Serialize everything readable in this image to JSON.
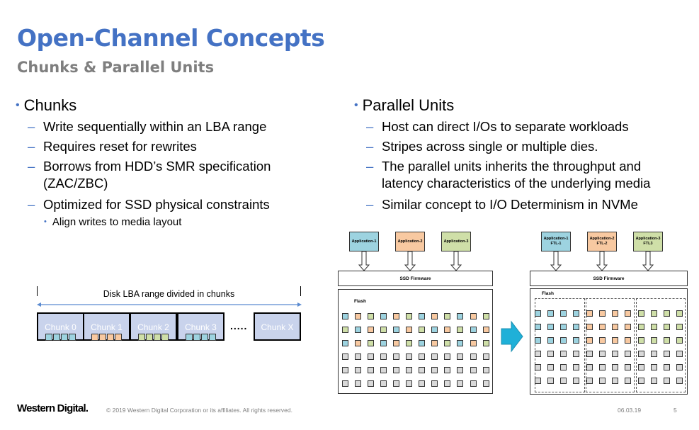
{
  "header": {
    "title": "Open-Channel Concepts",
    "subtitle": "Chunks & Parallel Units"
  },
  "left": {
    "heading": "Chunks",
    "items": [
      "Write sequentially within an LBA range",
      "Requires reset for rewrites",
      "Borrows from HDD’s SMR specification",
      "(ZAC/ZBC)",
      "Optimized for SSD physical constraints"
    ],
    "subitem": "Align writes to media layout"
  },
  "right": {
    "heading": "Parallel Units",
    "items": [
      "Host can direct I/Os to separate workloads",
      "Stripes across single or multiple dies.",
      "The parallel units inherits the throughput and",
      "latency characteristics of the underlying media",
      "Similar concept to I/O Determinism in NVMe"
    ]
  },
  "chunk_diagram": {
    "range_label": "Disk LBA range divided in chunks",
    "chunks": [
      {
        "label": "Chunk 0",
        "color": "#9DD3E0"
      },
      {
        "label": "Chunk 1",
        "color": "#F8C9A1"
      },
      {
        "label": "Chunk 2",
        "color": "#CFDFA8"
      },
      {
        "label": "Chunk 3",
        "color": "#9DD3E0"
      }
    ],
    "ellipsis": ".....",
    "last_chunk": "Chunk X"
  },
  "diagram_before": {
    "apps": [
      "Application-1",
      "Application-2",
      "Application-3"
    ],
    "firmware": "SSD Firmware",
    "flash": "Flash"
  },
  "diagram_after": {
    "apps": [
      {
        "name": "Application-1",
        "ftl": "FTL-1"
      },
      {
        "name": "Application-2",
        "ftl": "FTL-2"
      },
      {
        "name": "Application-3",
        "ftl": "FTL3"
      }
    ],
    "firmware": "SSD Firmware",
    "flash": "Flash"
  },
  "colors": {
    "title": "#4472C4",
    "subtitle": "#7F7F7F",
    "app1": "#9DD3E0",
    "app2": "#F8C9A1",
    "app3": "#CFDFA8",
    "empty": "#D9D9D9",
    "arrow": "#1FB0D8"
  },
  "footer": {
    "logo": "Western Digital.",
    "copyright": "© 2019 Western Digital Corporation or its affiliates. All rights reserved.",
    "date": "06.03.19",
    "page": "5"
  }
}
